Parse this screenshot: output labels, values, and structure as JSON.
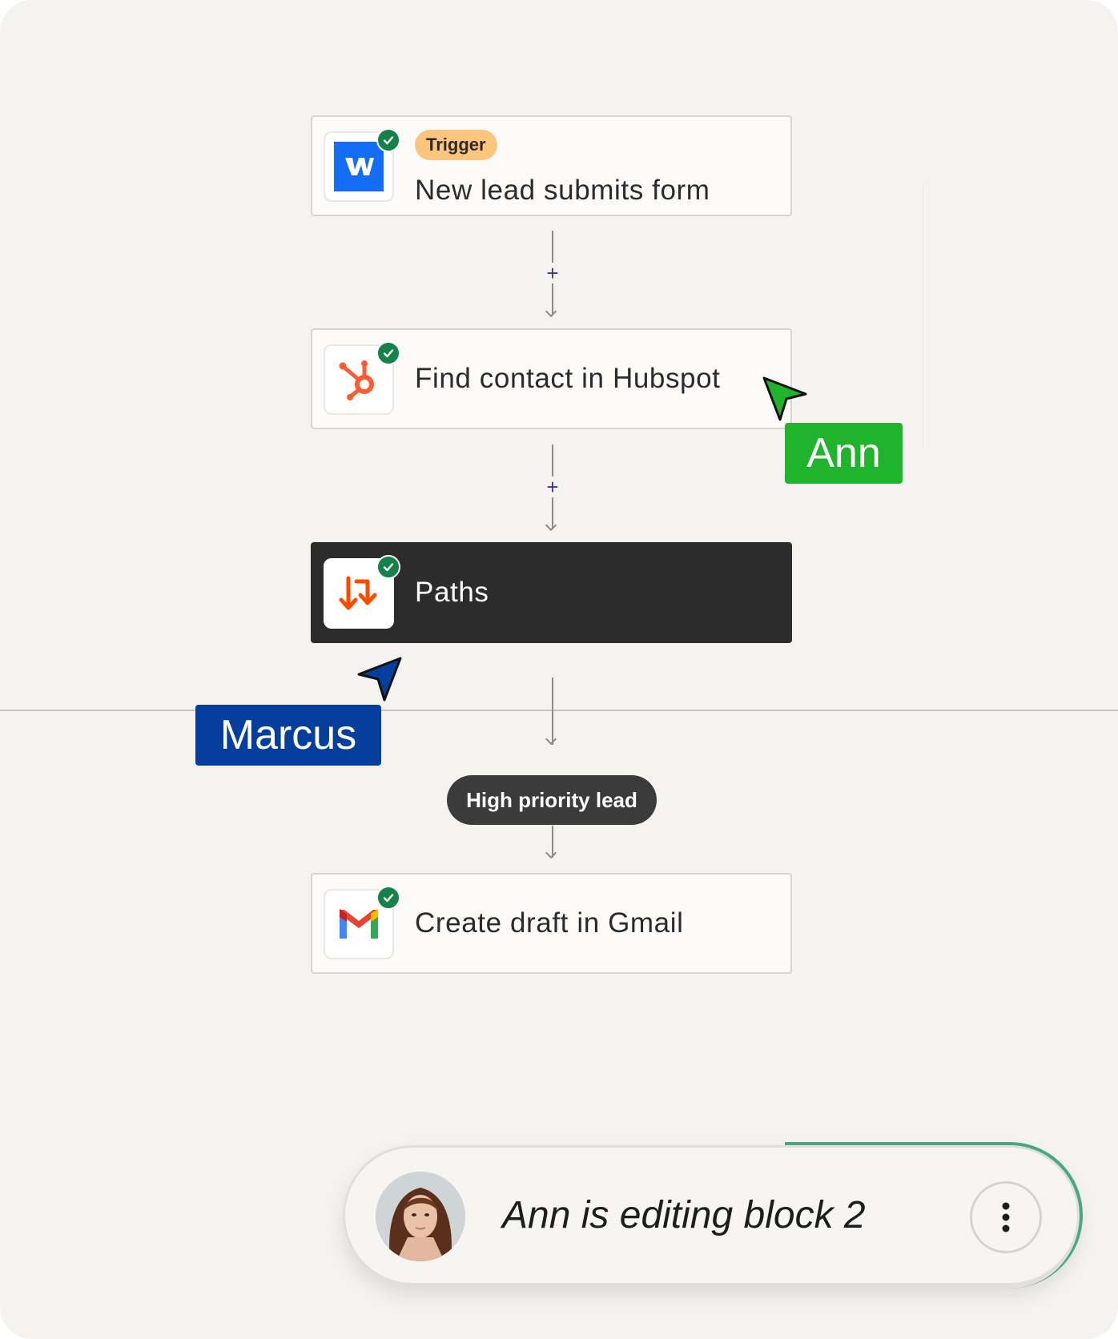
{
  "steps": [
    {
      "badge": "Trigger",
      "title": "New lead submits form",
      "icon": "webflow-icon",
      "status": "complete"
    },
    {
      "title": "Find contact in Hubspot",
      "icon": "hubspot-icon",
      "status": "complete"
    },
    {
      "title": "Paths",
      "icon": "paths-icon",
      "status": "complete",
      "selected": true
    },
    {
      "title": "Create draft in Gmail",
      "icon": "gmail-icon",
      "status": "complete"
    }
  ],
  "connectors": {
    "add_symbol": "+"
  },
  "path_label": "High priority lead",
  "collaborators": [
    {
      "name": "Ann",
      "color": "#1fb42b"
    },
    {
      "name": "Marcus",
      "color": "#063e9e"
    }
  ],
  "activity": {
    "text": "Ann is editing block 2",
    "menu_icon": "more-vertical-icon"
  },
  "colors": {
    "canvas": "#f5f3f0",
    "check": "#17814a",
    "trigger_badge": "#fbc57e",
    "selected_step": "#2c2c2c",
    "progress": "#47a883"
  }
}
